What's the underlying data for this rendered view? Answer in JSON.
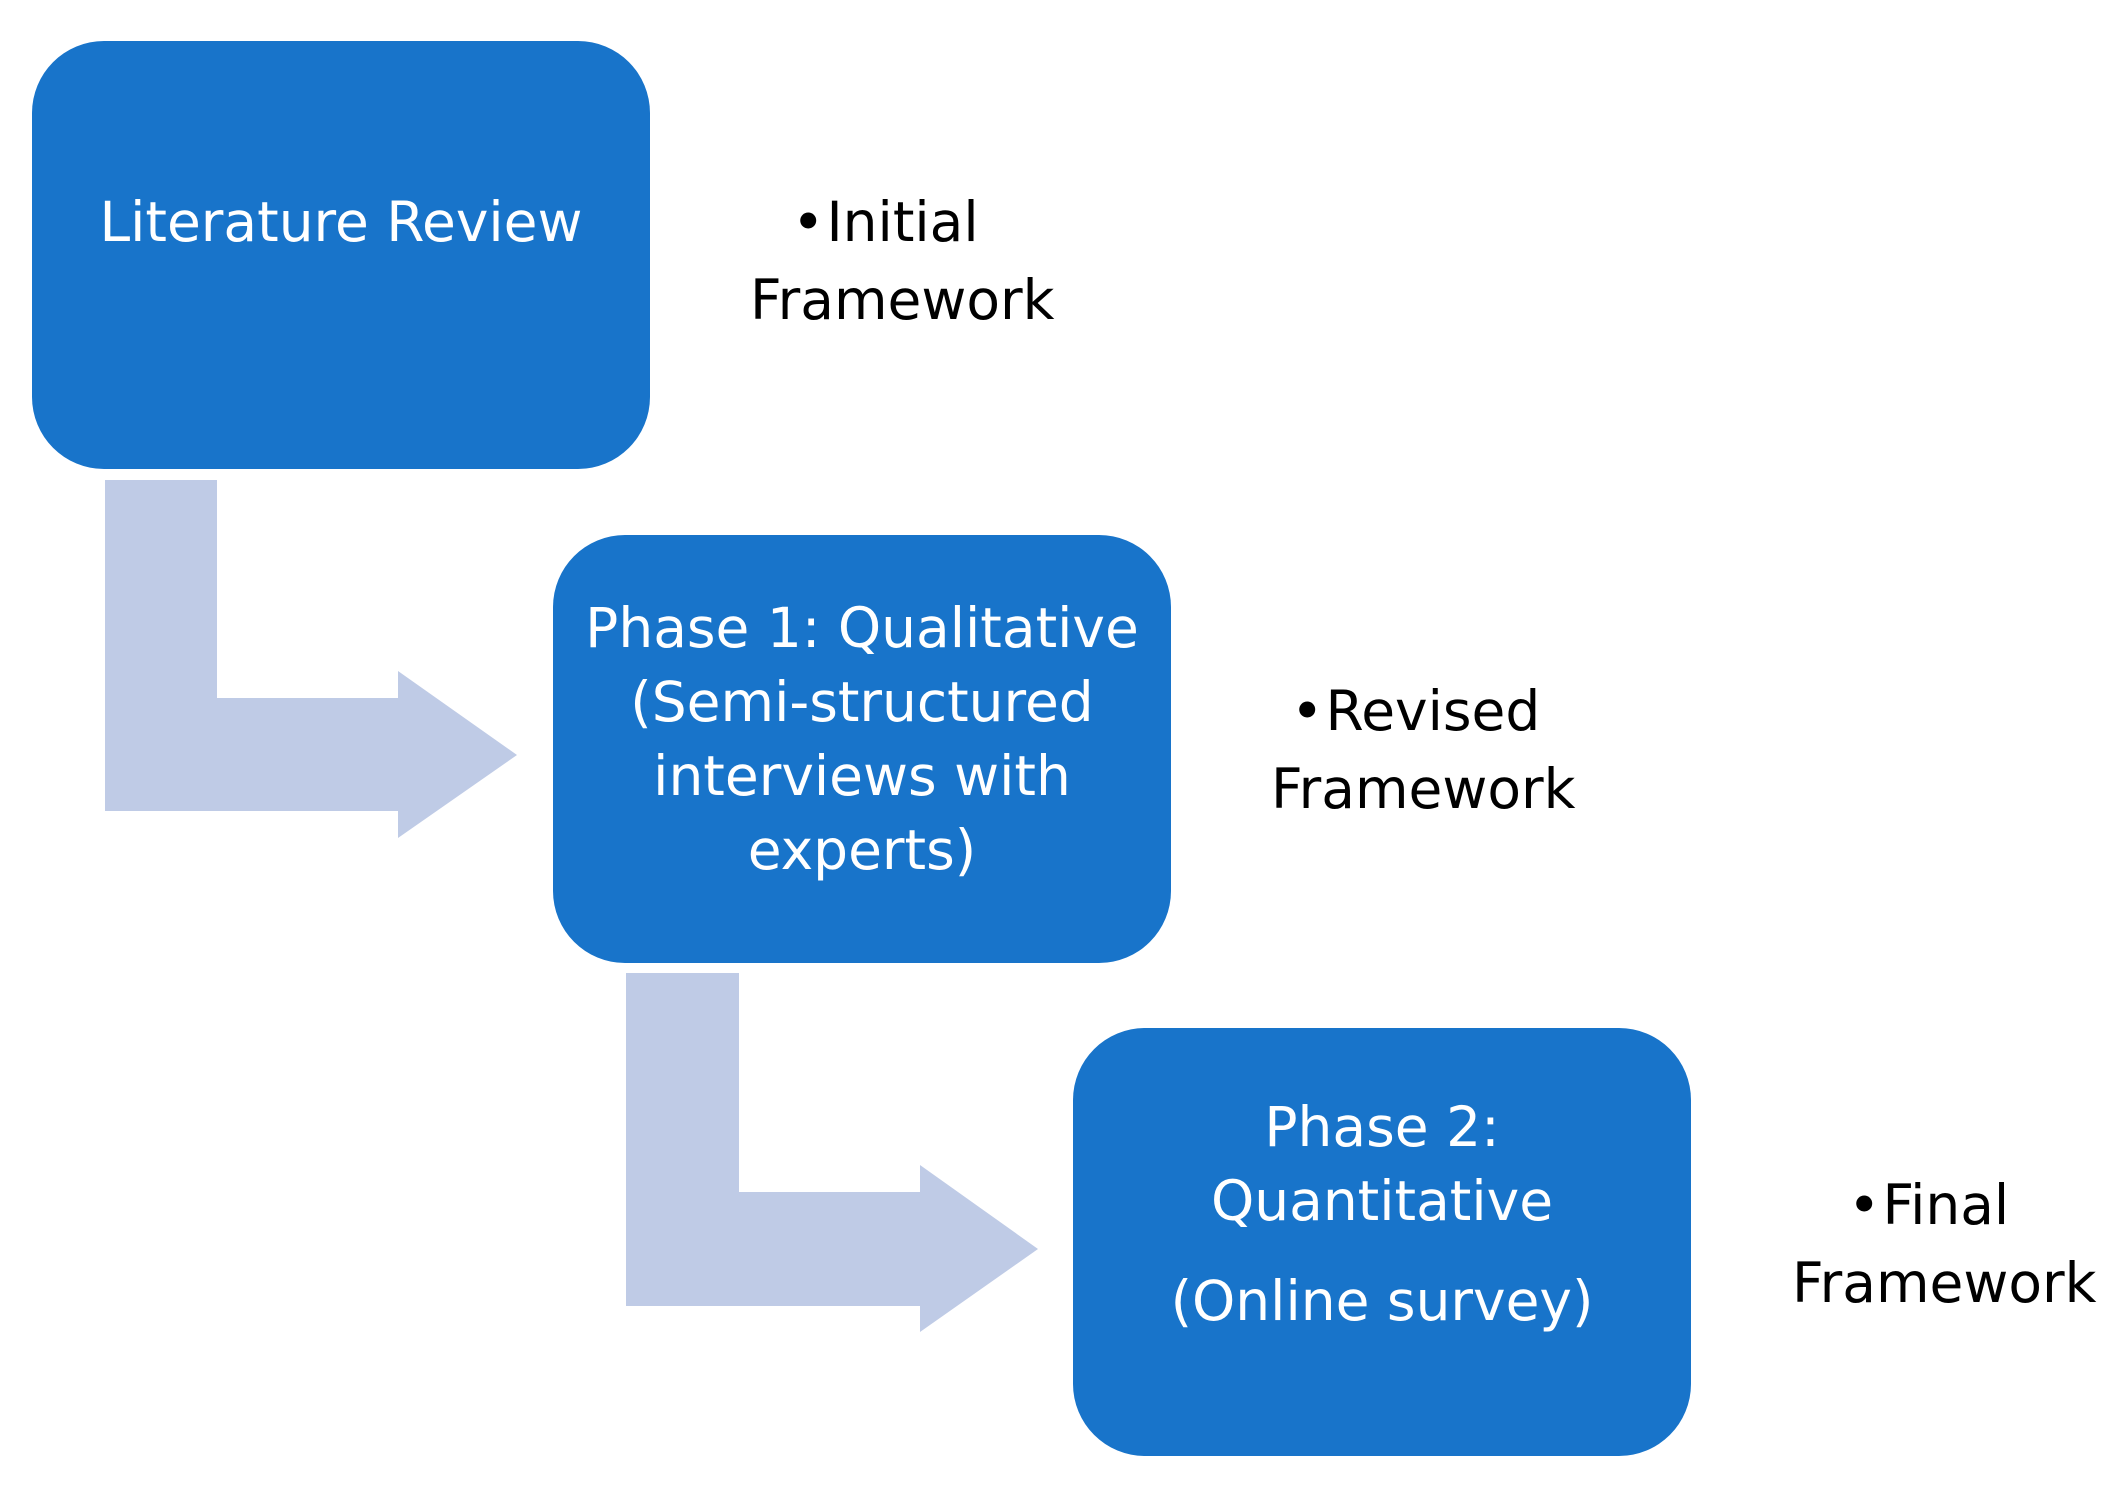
{
  "colors": {
    "box_fill": "#1874CA",
    "arrow_fill": "#BFCBE6",
    "box_text": "#FFFFFF",
    "note_text": "#000000"
  },
  "steps": [
    {
      "lines": [
        "Literature Review"
      ]
    },
    {
      "lines": [
        "Phase 1: Qualitative",
        "(Semi-structured",
        "interviews with",
        "experts)"
      ]
    },
    {
      "lines": [
        "Phase 2:",
        "Quantitative",
        "(Online survey)"
      ]
    }
  ],
  "notes": [
    {
      "bullet": "•",
      "word1": "Initial",
      "word2": "Framework"
    },
    {
      "bullet": "•",
      "word1": "Revised",
      "word2": "Framework"
    },
    {
      "bullet": "•",
      "word1": "Final",
      "word2": "Framework"
    }
  ]
}
